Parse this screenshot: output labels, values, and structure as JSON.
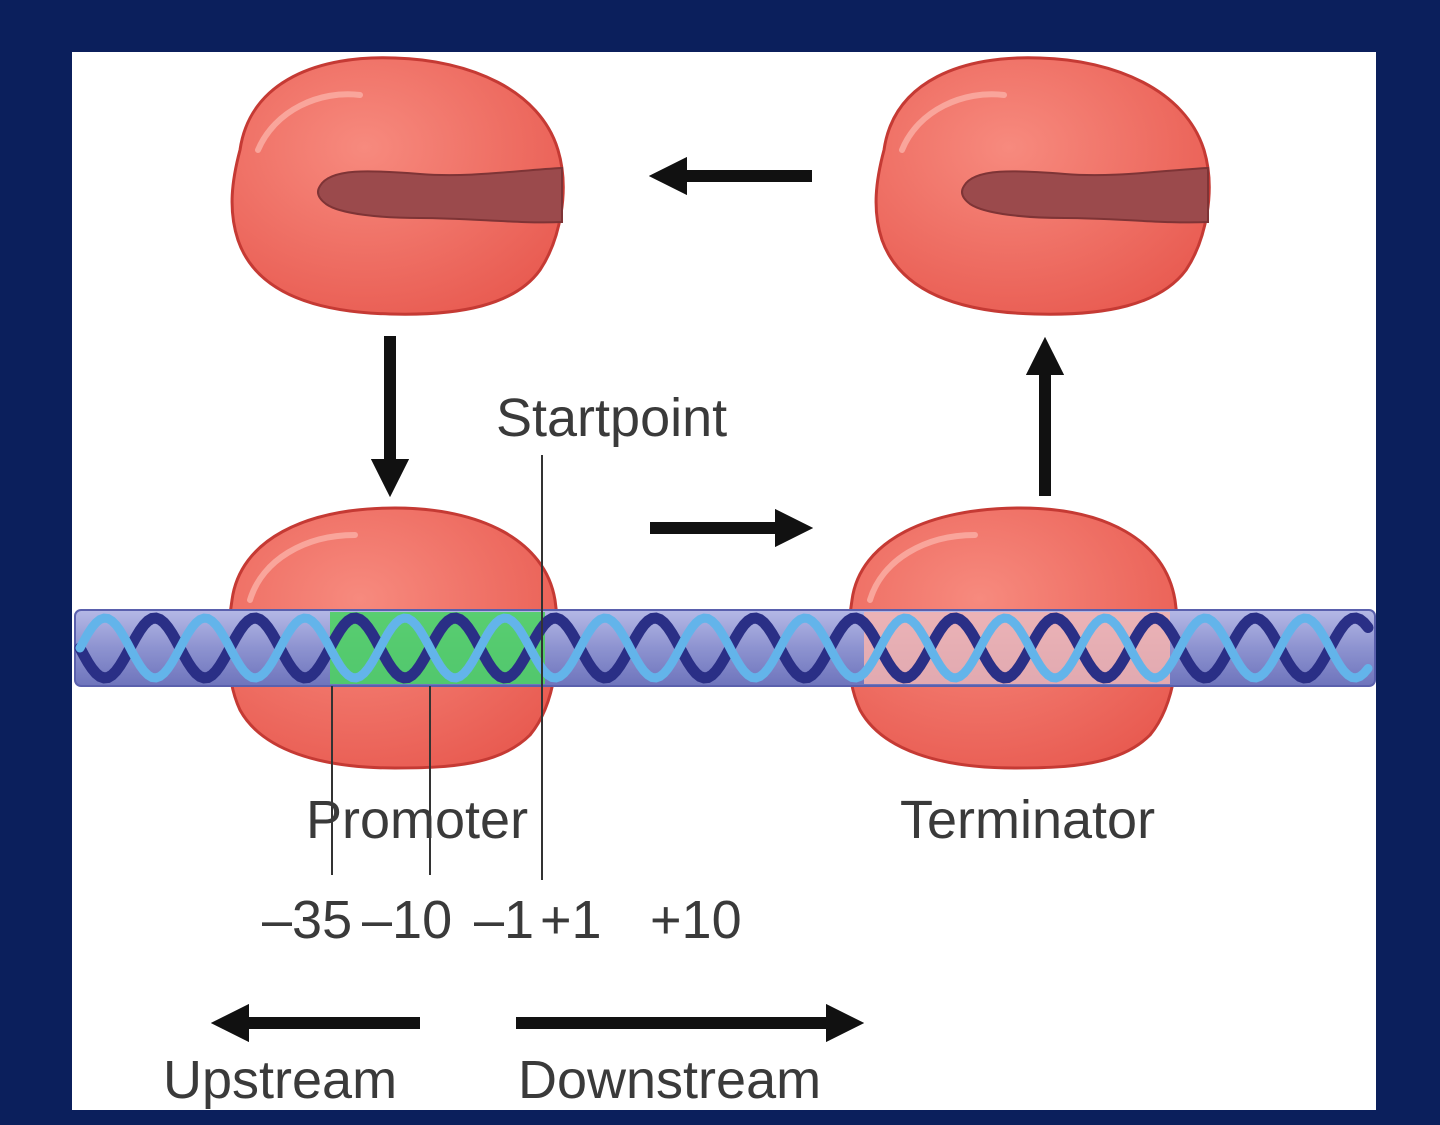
{
  "colors": {
    "frame": "#0b1f5c",
    "panel": "#ffffff",
    "polymerase": "#ef6a5e",
    "polymerase_cleft": "#9b4a4c",
    "dna_tube": "#8d93d0",
    "promoter_region": "#4fd064",
    "terminator_region": "#f6b3ae",
    "strand_dark": "#2a2f86",
    "strand_light": "#63b4ea",
    "arrow": "#111111",
    "label_text": "#3a3a3a"
  },
  "labels": {
    "startpoint": "Startpoint",
    "promoter": "Promoter",
    "terminator": "Terminator",
    "upstream": "Upstream",
    "downstream": "Downstream"
  },
  "positions": [
    {
      "text": "–35"
    },
    {
      "text": "–10"
    },
    {
      "text": "–1"
    },
    {
      "text": "+1"
    },
    {
      "text": "+10"
    }
  ]
}
